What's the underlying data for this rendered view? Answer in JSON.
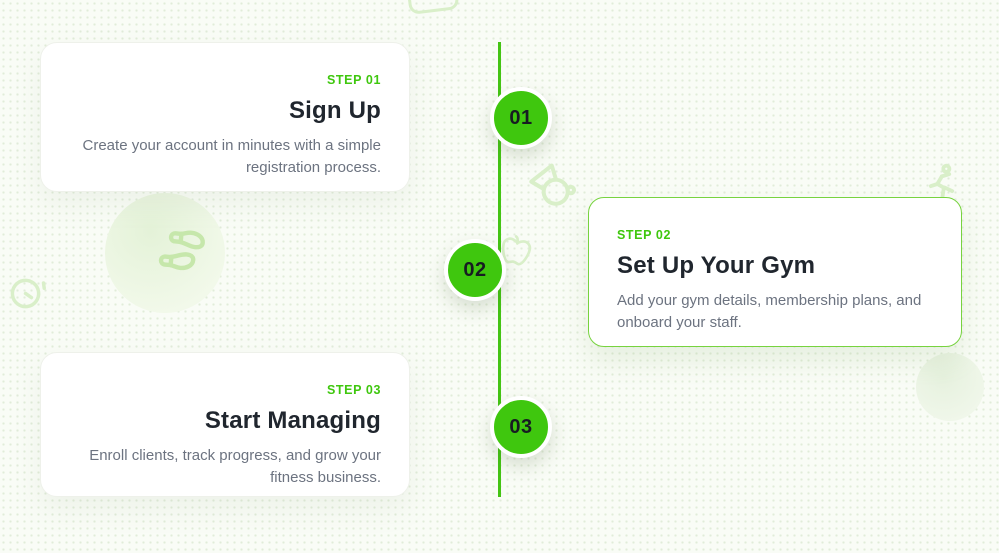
{
  "theme": {
    "accent_green": "#3fc70e",
    "line_green": "#44c414",
    "card_active_border": "#77d33f",
    "heading_color": "#20262e",
    "description_color": "#6c7380",
    "background": "#f9fcf6",
    "marker_text": "#171c22",
    "faint_icon": "#d9efc9",
    "footprint_icon": "#c6e7ab"
  },
  "steps": [
    {
      "label": "STEP 01",
      "title": "Sign Up",
      "description": "Create your account in minutes with a simple registration process.",
      "marker": "01",
      "side": "left"
    },
    {
      "label": "STEP 02",
      "title": "Set Up Your Gym",
      "description": "Add your gym details, membership plans, and onboard your staff.",
      "marker": "02",
      "side": "right",
      "active": true
    },
    {
      "label": "STEP 03",
      "title": "Start Managing",
      "description": "Enroll clients, track progress, and grow your fitness business.",
      "marker": "03",
      "side": "left"
    }
  ],
  "decorations": {
    "icons": [
      "footprints-icon",
      "stopwatch-icon",
      "kettlebell-icon",
      "apple-icon",
      "runner-icon",
      "rounded-shape",
      "soft-circle-left",
      "soft-circle-right"
    ]
  }
}
